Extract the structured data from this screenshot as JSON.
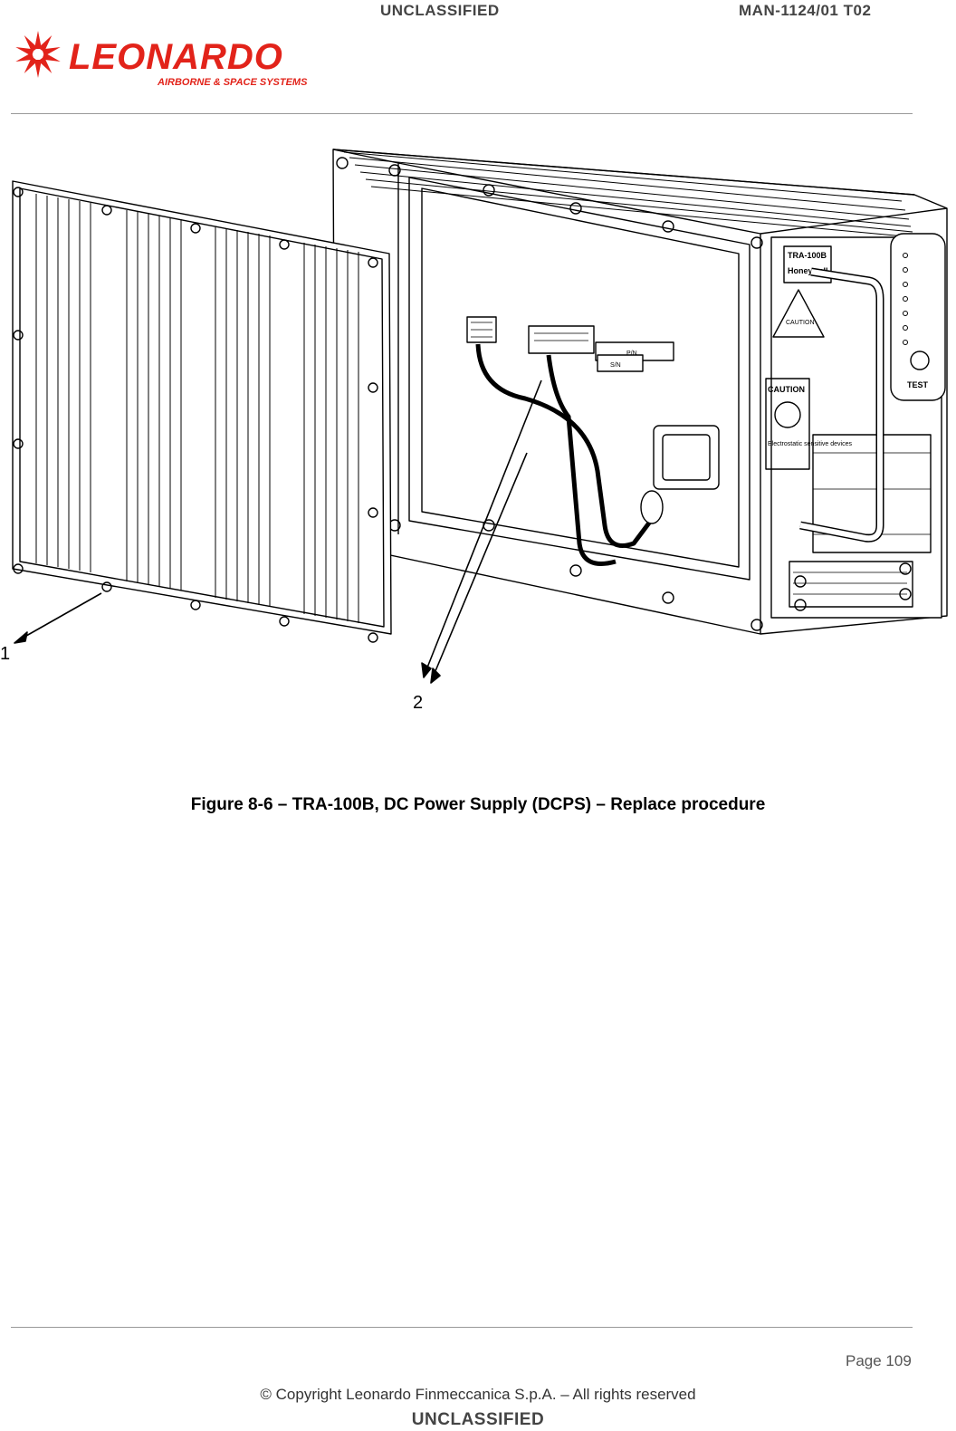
{
  "header": {
    "classification": "UNCLASSIFIED",
    "doc_id": "MAN-1124/01 T02",
    "logo_wordmark": "LEONARDO",
    "logo_subtitle": "AIRBORNE & SPACE SYSTEMS",
    "brand_color": "#e2231a"
  },
  "figure": {
    "callouts": [
      "1",
      "2"
    ],
    "device_labels": {
      "model": "TRA-100B",
      "maker": "Honeywell",
      "caution": "CAUTION",
      "esd": "Electrostatic sensitive devices",
      "test": "TEST",
      "pn": "P/N",
      "sn": "S/N"
    },
    "caption": "Figure 8-6 – TRA-100B, DC Power Supply (DCPS) – Replace procedure"
  },
  "footer": {
    "page": "Page 109",
    "copyright": "© Copyright Leonardo Finmeccanica S.p.A.  – All rights reserved",
    "classification": "UNCLASSIFIED"
  }
}
